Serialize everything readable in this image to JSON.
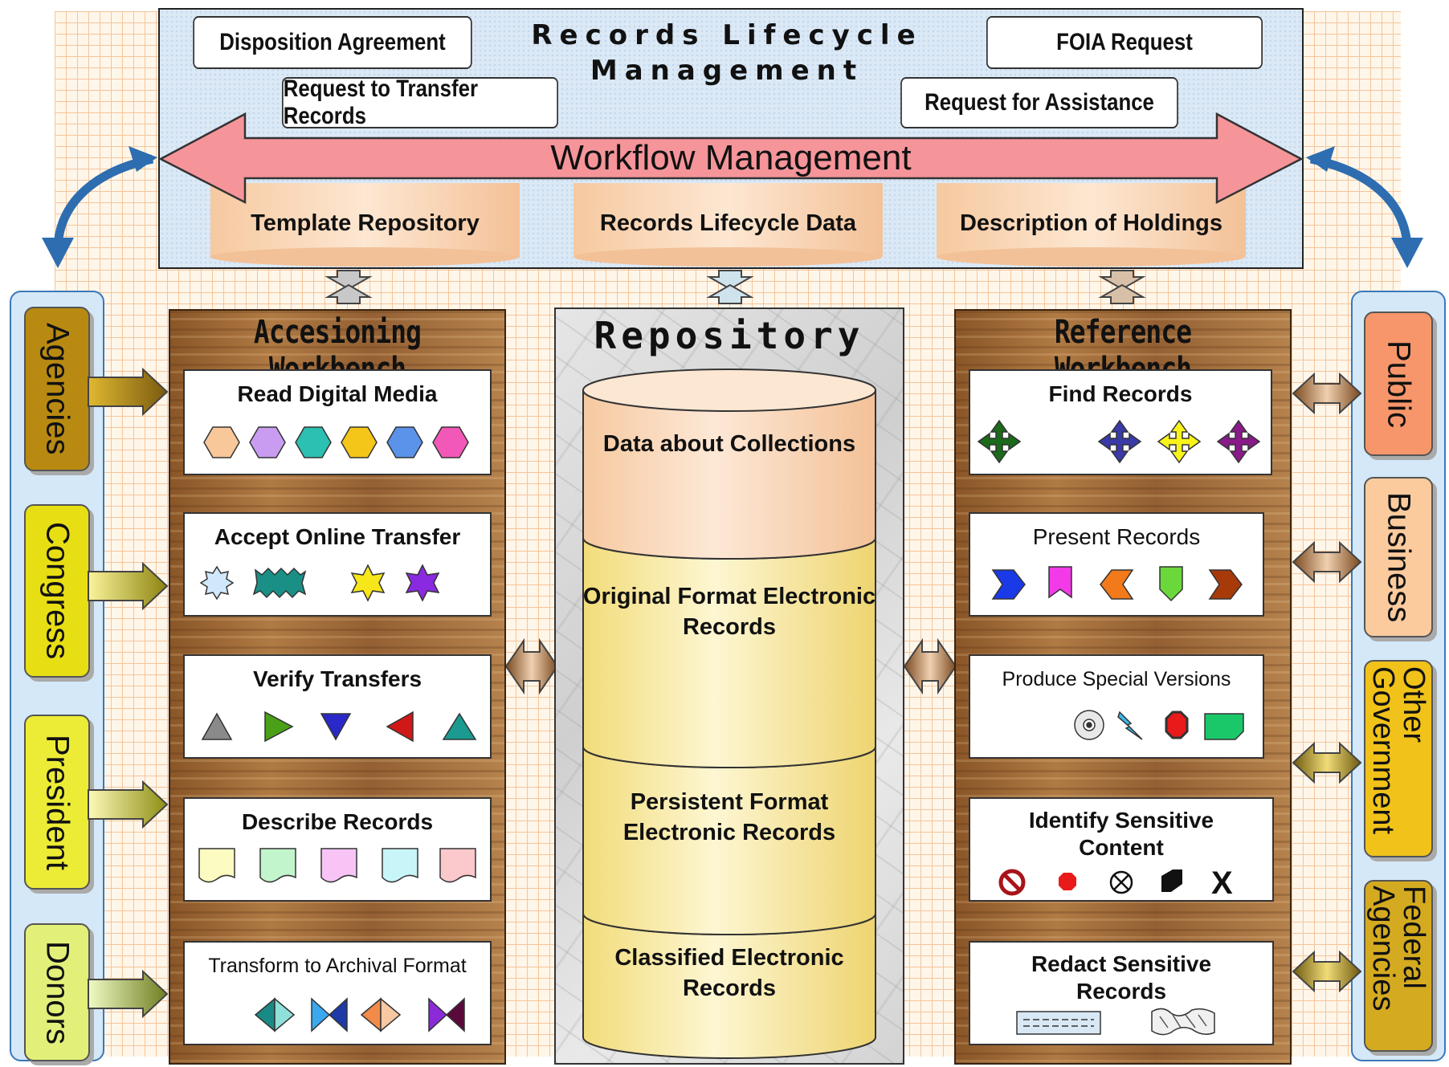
{
  "top": {
    "title_line1": "Records Lifecycle",
    "title_line2": "Management",
    "disposition": "Disposition Agreement",
    "transfer_request": "Request to Transfer Records",
    "foia": "FOIA Request",
    "assistance": "Request for Assistance",
    "workflow": "Workflow Management",
    "stores": [
      "Template Repository",
      "Records Lifecycle Data",
      "Description of Holdings"
    ]
  },
  "producers": [
    "Agencies",
    "Congress",
    "President",
    "Donors"
  ],
  "consumers": [
    "Public",
    "Business",
    "Other Government",
    "Federal Agencies"
  ],
  "accessioning": {
    "title": "Accesioning Workbench",
    "cards": [
      "Read Digital Media",
      "Accept Online Transfer",
      "Verify Transfers",
      "Describe Records",
      "Transform to Archival Format"
    ]
  },
  "repository": {
    "title": "Repository",
    "segments": [
      "Data about Collections",
      "Original Format Electronic Records",
      "Persistent Format Electronic Records",
      "Classified Electronic Records"
    ]
  },
  "reference": {
    "title": "Reference Workbench",
    "cards": [
      "Find Records",
      "Present Records",
      "Produce Special Versions",
      "Identify Sensitive Content",
      "Redact Sensitive Records"
    ]
  }
}
